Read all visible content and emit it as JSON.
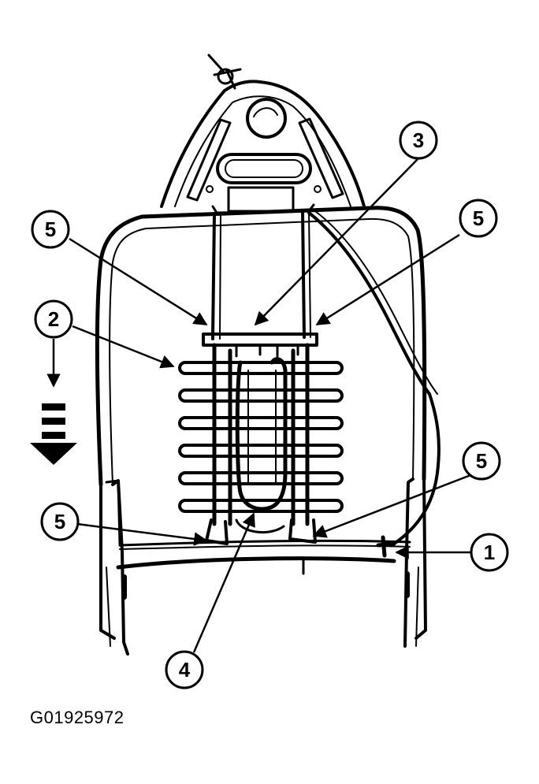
{
  "figure_id": "G01925972",
  "callouts": [
    {
      "id": "c1",
      "label": "1"
    },
    {
      "id": "c2",
      "label": "2"
    },
    {
      "id": "c3",
      "label": "3"
    },
    {
      "id": "c4",
      "label": "4"
    },
    {
      "id": "c5a",
      "label": "5"
    },
    {
      "id": "c5b",
      "label": "5"
    },
    {
      "id": "c5c",
      "label": "5"
    },
    {
      "id": "c5d",
      "label": "5"
    }
  ],
  "colors": {
    "ink": "#000000",
    "paper": "#ffffff"
  }
}
